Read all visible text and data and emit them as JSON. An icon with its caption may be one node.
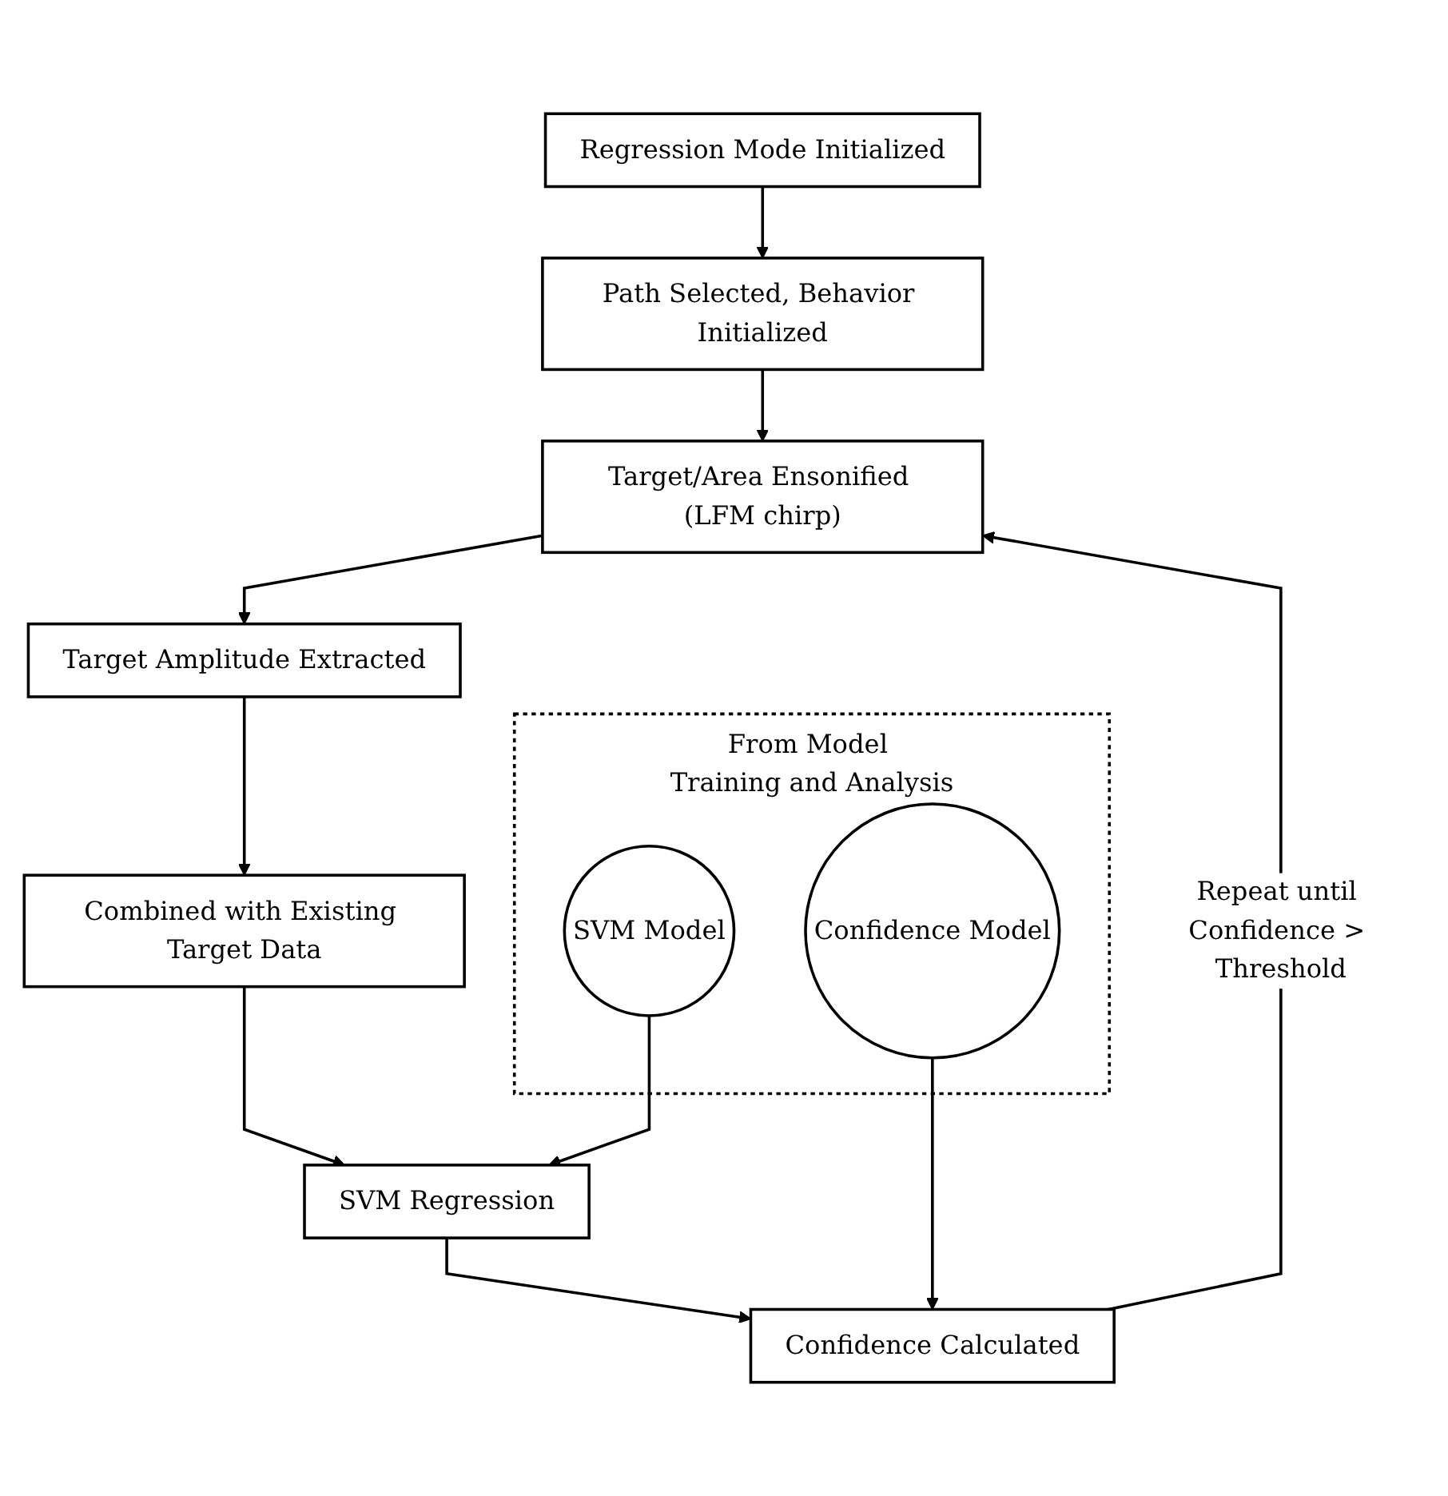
{
  "diagram": {
    "nodes": [
      {
        "text": [
          "Regression Mode Initialized"
        ]
      },
      {
        "text": [
          "From Model Training and Analysis"
        ]
      },
      {
        "text": [
          "SVM Model"
        ],
        "in": 1
      },
      {
        "text": [
          "Confidence Model"
        ],
        "in": 1
      },
      {
        "text": [
          "Path Selected, Behavior Initialized"
        ]
      },
      {
        "text": [
          "Target/Area Ensonified (LFM chirp)"
        ]
      },
      {
        "text": [
          "Target Amplitude Extracted"
        ]
      },
      {
        "text": [
          "Combined with Existing Target Data"
        ]
      },
      {
        "text": [
          "SVM Regression"
        ]
      },
      {
        "text": [
          "Confidence Calculated"
        ]
      }
    ],
    "edges": [
      {
        "from": 0,
        "to": 4,
        "arrow": "to"
      },
      {
        "from": 4,
        "to": 5,
        "arrow": "to"
      },
      {
        "from": 5,
        "to": 6,
        "arrow": "to"
      },
      {
        "from": 6,
        "to": 7,
        "arrow": "to"
      },
      {
        "from": 7,
        "to": 8,
        "arrow": "to"
      },
      {
        "from": 2,
        "to": 8,
        "arrow": "to"
      },
      {
        "from": 8,
        "to": 9,
        "arrow": "to"
      },
      {
        "from": 3,
        "to": 9,
        "arrow": "to"
      },
      {
        "from": 9,
        "to": 5,
        "arrow": "to",
        "label": "Repeat until Confidence > Threshold"
      }
    ]
  }
}
